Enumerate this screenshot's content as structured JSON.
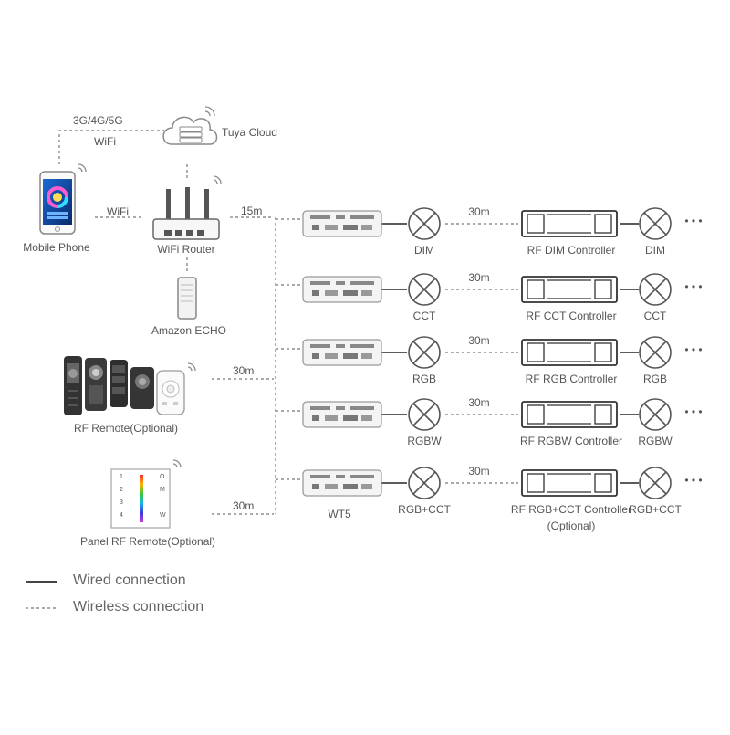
{
  "cloud": {
    "name": "Tuya Cloud",
    "link_label_line1": "3G/4G/5G",
    "link_label_line2": "WiFi"
  },
  "phone": {
    "name": "Mobile Phone"
  },
  "phone_router_link": {
    "label": "WiFi"
  },
  "router": {
    "name": "WiFi Router",
    "distance": "15m"
  },
  "echo": {
    "name": "Amazon ECHO"
  },
  "rf_remote": {
    "name": "RF Remote(Optional)",
    "distance": "30m"
  },
  "panel_remote": {
    "name": "Panel RF Remote(Optional)",
    "distance": "30m",
    "keys_left": [
      "1",
      "2",
      "3",
      "4"
    ],
    "keys_right": [
      "O",
      "M",
      "",
      "W"
    ]
  },
  "receiver": {
    "name": "WT5"
  },
  "rows": [
    {
      "mode": "DIM",
      "distance": "30m",
      "controller": "RF DIM Controller",
      "output": "DIM"
    },
    {
      "mode": "CCT",
      "distance": "30m",
      "controller": "RF CCT Controller",
      "output": "CCT"
    },
    {
      "mode": "RGB",
      "distance": "30m",
      "controller": "RF RGB Controller",
      "output": "RGB"
    },
    {
      "mode": "RGBW",
      "distance": "30m",
      "controller": "RF RGBW Controller",
      "output": "RGBW"
    },
    {
      "mode": "RGB+CCT",
      "distance": "30m",
      "controller": "RF RGB+CCT Controller",
      "controller_note": "(Optional)",
      "output": "RGB+CCT"
    }
  ],
  "more_symbol": "• • •",
  "legend": {
    "wired": "Wired connection",
    "wireless": "Wireless connection"
  },
  "colors": {
    "line": "#444444",
    "dashed": "#777777",
    "device_fill": "#f4f4f4",
    "device_stroke": "#9a9a9a"
  },
  "icons": {
    "cloud": "cloud-server-icon",
    "phone": "smartphone-icon",
    "router": "wifi-router-icon",
    "echo": "smart-speaker-icon",
    "remote": "rf-remote-icon",
    "panel": "wall-panel-icon",
    "receiver": "led-controller-icon",
    "lamp": "lamp-icon",
    "signal": "wireless-signal-icon"
  }
}
